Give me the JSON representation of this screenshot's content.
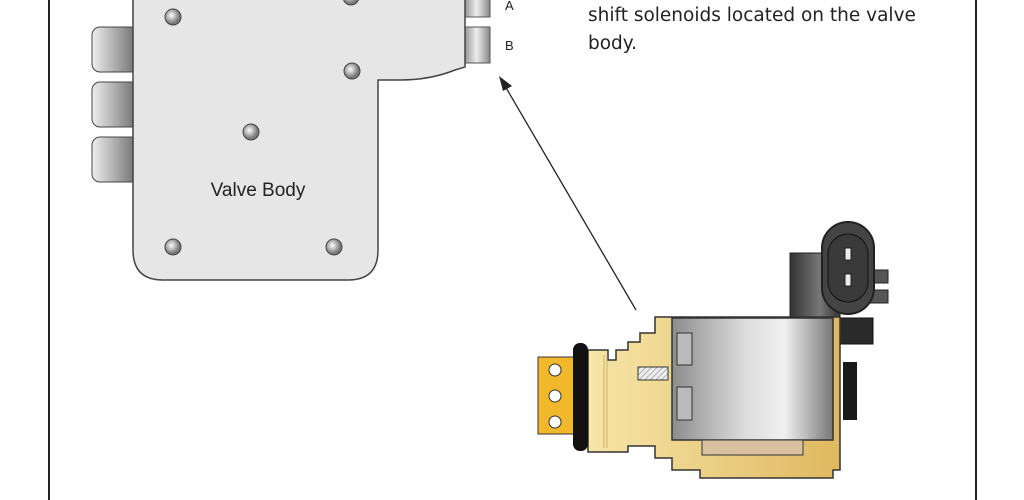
{
  "caption": {
    "line1": "shift solenoids located on the valve",
    "line2": "body."
  },
  "labels": {
    "valve_body": "Valve Body",
    "solenoid_a": "A",
    "solenoid_b": "B"
  },
  "colors": {
    "valve_body": "#e6e6e6",
    "brass": "#ecd48a",
    "connector": "#f0b82a",
    "border": "#222222"
  }
}
